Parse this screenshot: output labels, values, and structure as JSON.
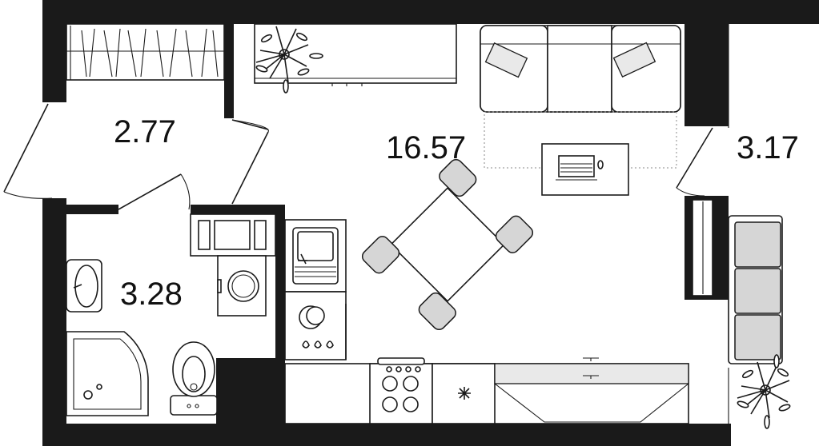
{
  "rooms": [
    {
      "id": "hall",
      "area": "2.77"
    },
    {
      "id": "living",
      "area": "16.57"
    },
    {
      "id": "balcony",
      "area": "3.17"
    },
    {
      "id": "bathroom",
      "area": "3.28"
    }
  ],
  "colors": {
    "wall": "#1a1a1a",
    "furniture_fill": "#d6d6d6",
    "background": "#ffffff"
  }
}
